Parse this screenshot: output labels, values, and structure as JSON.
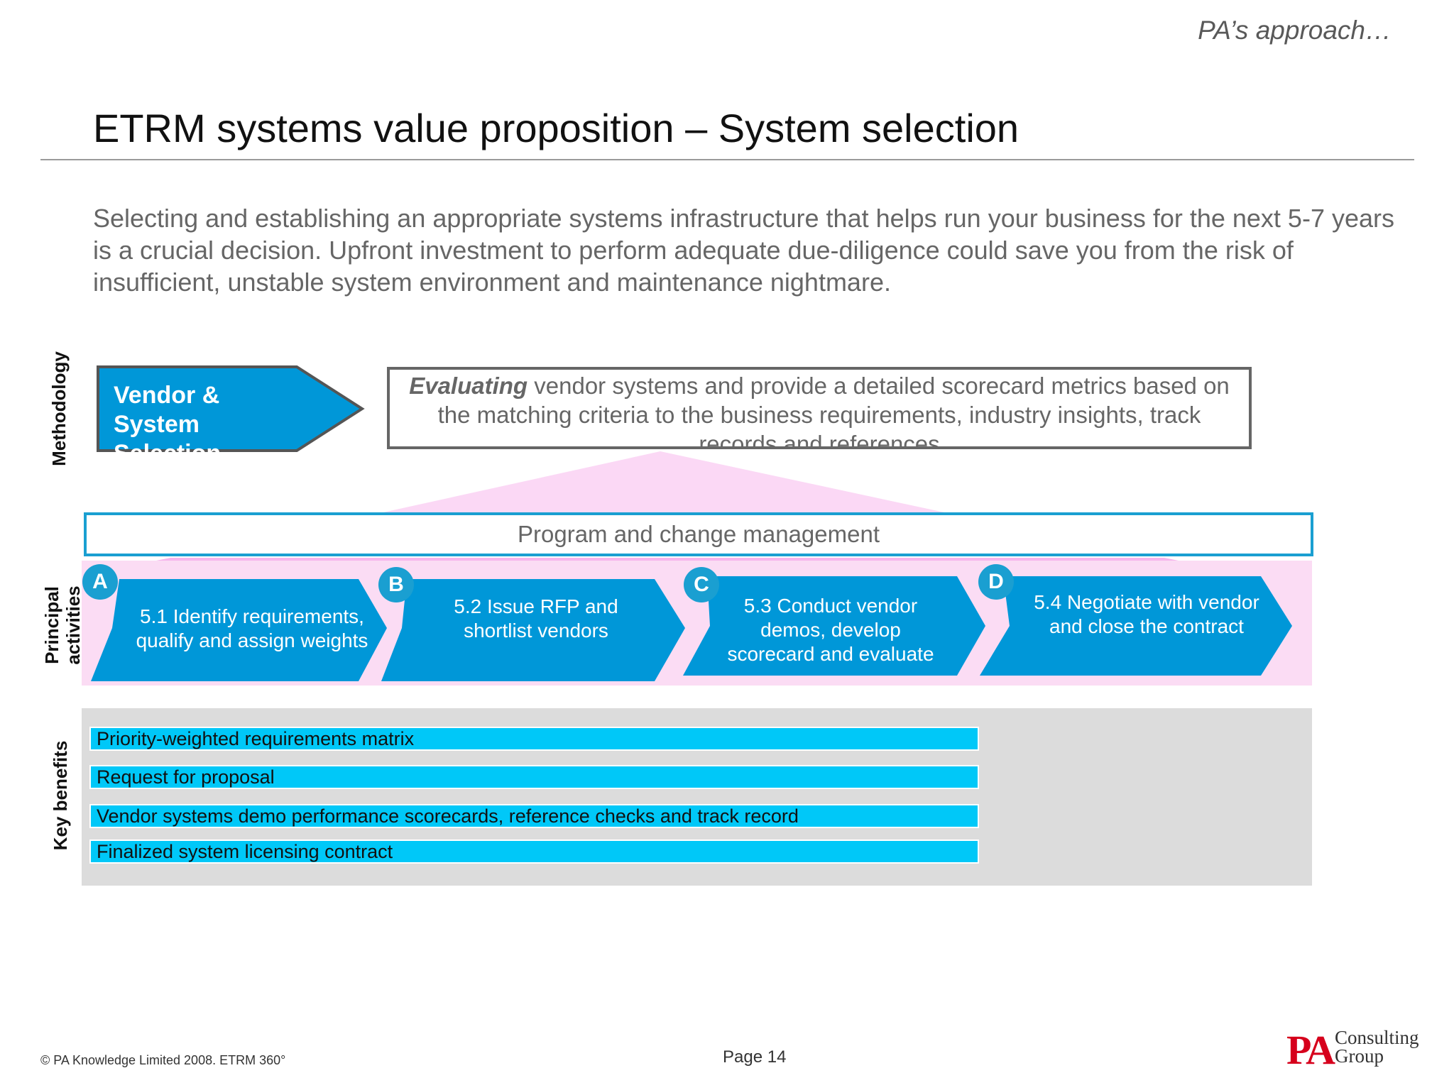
{
  "tagline": "PA’s approach…",
  "title": "ETRM systems value proposition – System selection",
  "intro": "Selecting and establishing an appropriate systems infrastructure that helps run your business for the next 5-7 years is a crucial decision. Upfront investment to perform adequate due-diligence could save you from the risk of insufficient, unstable  system environment and maintenance nightmare.",
  "row_labels": {
    "methodology": "Methodology",
    "principal_1": "Principal",
    "principal_2": "activities",
    "benefits": "Key benefits"
  },
  "methodology": {
    "label_line1": "Vendor & System",
    "label_line2": "Selection",
    "description_emphasis": "Evaluating",
    "description_rest": " vendor systems and provide a detailed scorecard metrics based on the matching criteria to the business requirements, industry insights, track records and references"
  },
  "program_bar": "Program and change management",
  "steps": [
    {
      "letter": "A",
      "line1": "5.1 Identify requirements,",
      "line2": "qualify and assign weights",
      "line3": ""
    },
    {
      "letter": "B",
      "line1": "5.2 Issue RFP and",
      "line2": "shortlist vendors",
      "line3": ""
    },
    {
      "letter": "C",
      "line1": "5.3 Conduct vendor",
      "line2": "demos, develop",
      "line3": "scorecard and evaluate"
    },
    {
      "letter": "D",
      "line1": "5.4 Negotiate with vendor",
      "line2": "and close the contract",
      "line3": ""
    }
  ],
  "benefits": [
    "Priority-weighted requirements matrix",
    "Request for proposal",
    "Vendor systems demo performance scorecards, reference checks and track record",
    "Finalized system licensing contract"
  ],
  "footer": {
    "copyright": "© PA Knowledge Limited 2008.  ETRM 360°",
    "page": "Page 14",
    "logo_mark": "PA",
    "logo_line1": "Consulting",
    "logo_line2": "Group"
  },
  "colors": {
    "accent_blue": "#1a9fd1",
    "arrow_blue": "#0097d8",
    "benefit_cyan": "#00c8f8",
    "pink_band": "#fbdcf4",
    "brand_red": "#d6001c"
  }
}
